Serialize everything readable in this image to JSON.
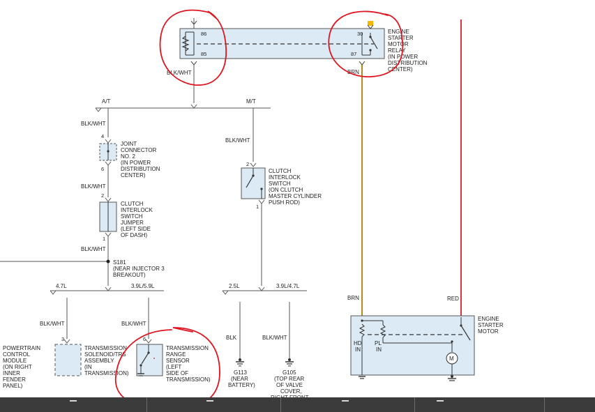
{
  "relay": {
    "pin86": "86",
    "pin85": "85",
    "pin30": "30",
    "pin87": "87",
    "name": [
      "ENGINE",
      "STARTER",
      "MOTOR",
      "RELAY",
      "(IN POWER",
      "DISTRIBUTION",
      "CENTER)"
    ]
  },
  "wires": {
    "blk_wht_1": "BLK/WHT",
    "brn_short": "BRN",
    "blk_wht_2": "BLK/WHT",
    "blk_wht_3": "BLK/WHT",
    "blk_wht_4": "BLK/WHT",
    "blk_wht_mt": "BLK/WHT",
    "blk_wht_pcm": "BLK/WHT",
    "blk_wht_trs": "BLK/WHT",
    "blk_g113": "BLK",
    "blk_wht_g105": "BLK/WHT",
    "brn_starter": "BRN",
    "red": "RED"
  },
  "branches": {
    "at": "A/T",
    "mt": "M/T",
    "l47": "4.7L",
    "l3959": "3.9L/5.9L",
    "l25": "2.5L",
    "l3947": "3.9L/4.7L"
  },
  "joint_connector": {
    "pin_top": "4",
    "pin_bottom": "6",
    "name": [
      "JOINT",
      "CONNECTOR",
      "NO. 2",
      "(IN POWER",
      "DISTRIBUTION",
      "CENTER)"
    ]
  },
  "clutch_jumper": {
    "pin_top": "2",
    "pin_bottom": "1",
    "name": [
      "CLUTCH",
      "INTERLOCK",
      "SWITCH",
      "JUMPER",
      "(LEFT SIDE",
      "OF DASH)"
    ]
  },
  "splice": {
    "name": [
      "S181",
      "(NEAR INJECTOR 3",
      "BREAKOUT)"
    ]
  },
  "clutch_switch": {
    "pin_top": "2",
    "pin_bottom": "1",
    "name": [
      "CLUTCH",
      "INTERLOCK",
      "SWITCH",
      "(ON CLUTCH",
      "MASTER CYLINDER",
      "PUSH ROD)"
    ]
  },
  "pcm": {
    "name": [
      "POWERTRAIN",
      "CONTROL",
      "MODULE",
      "(ON RIGHT",
      "INNER",
      "FENDER",
      "PANEL)"
    ]
  },
  "trs_solenoid": {
    "pin": "3",
    "name": [
      "TRANSMISSION",
      "SOLENOID/TRS",
      "ASSEMBLY",
      "(IN",
      "TRANSMISSION)"
    ]
  },
  "range_sensor": {
    "pin": "6",
    "name": [
      "TRANSMISSION",
      "RANGE",
      "SENSOR",
      "(LEFT",
      "SIDE OF",
      "TRANSMISSION)"
    ]
  },
  "g113": {
    "name": [
      "G113",
      "(NEAR",
      "BATTERY)"
    ]
  },
  "g105": {
    "name": [
      "G105",
      "(TOP REAR",
      "OF VALVE",
      "COVER,",
      "RIGHT FRONT"
    ]
  },
  "starter": {
    "name": [
      "ENGINE",
      "STARTER",
      "MOTOR"
    ],
    "hd": [
      "HD",
      "IN"
    ],
    "pl": [
      "PL",
      "IN"
    ],
    "motor": "M"
  },
  "colors": {
    "wire": "#555555",
    "brn_wire": "#b08a1e",
    "red_wire": "#d8323a",
    "component_fill": "#dbeaf5",
    "annotation": "#e0141e",
    "bar": "#3b3b3b"
  }
}
